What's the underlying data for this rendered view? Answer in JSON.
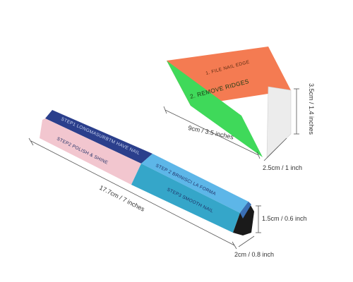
{
  "block": {
    "top_face_text": "1. FILE NAIL EDGE",
    "front_face_text": "2. REMOVE RIDGES",
    "width_label": "9cm / 3.5 inches",
    "depth_label": "2.5cm / 1 inch",
    "height_label": "3.5cm / 1.4 inches",
    "colors": {
      "top": "#f47b52",
      "front": "#3fd95a",
      "side": "#ececec"
    }
  },
  "stick": {
    "step_top_text": "STEP1 LONGMASURBTM HAVE NAIL",
    "step_pink_text": "STEP2 POLISH & SHINE",
    "step_blue_top_text": "STEP 2 BRINISCI LA FORMA",
    "step_blue_side_text": "STEP3 SMOOTH NAIL",
    "length_label": "17.7cm / 7 inches",
    "height_label": "1.5cm / 0.6 inch",
    "width_label": "2cm / 0.8 inch",
    "colors": {
      "navy": "#2b3f8c",
      "pink": "#f2c6cf",
      "light_blue": "#5db6e8",
      "teal": "#35a6c9",
      "end": "#1a1a1a"
    }
  }
}
